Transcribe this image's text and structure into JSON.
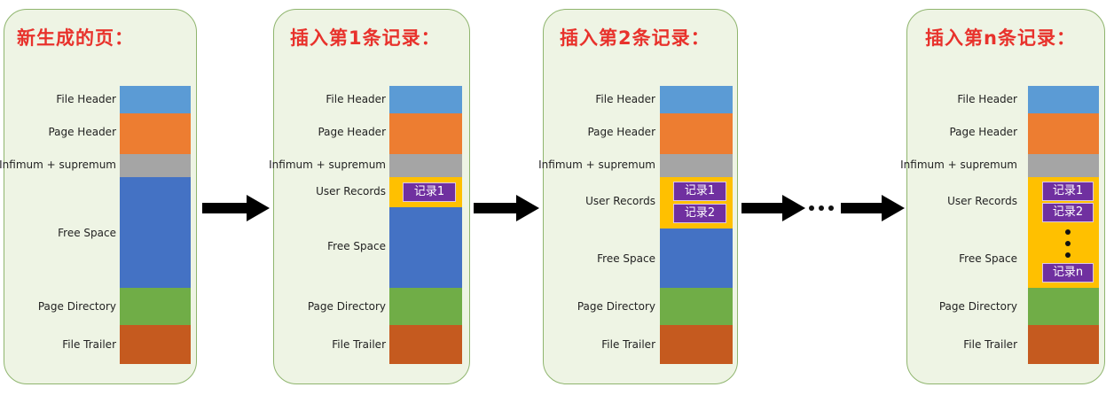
{
  "panels": [
    {
      "title": "新生成的页：",
      "labels": {
        "file_header": "File Header",
        "page_header": "Page Header",
        "inf_sup": "Infimum + supremum",
        "free_space": "Free Space",
        "page_directory": "Page Directory",
        "file_trailer": "File Trailer"
      }
    },
    {
      "title": "插入第1条记录：",
      "labels": {
        "file_header": "File Header",
        "page_header": "Page Header",
        "inf_sup": "Infimum + supremum",
        "user_records": "User Records",
        "free_space": "Free Space",
        "page_directory": "Page Directory",
        "file_trailer": "File Trailer"
      },
      "records": [
        "记录1"
      ]
    },
    {
      "title": "插入第2条记录：",
      "labels": {
        "file_header": "File Header",
        "page_header": "Page Header",
        "inf_sup": "Infimum + supremum",
        "user_records": "User Records",
        "free_space": "Free Space",
        "page_directory": "Page Directory",
        "file_trailer": "File Trailer"
      },
      "records": [
        "记录1",
        "记录2"
      ]
    },
    {
      "title": "插入第n条记录：",
      "labels": {
        "file_header": "File Header",
        "page_header": "Page Header",
        "inf_sup": "Infimum + supremum",
        "user_records": "User Records",
        "free_space": "Free Space",
        "page_directory": "Page Directory",
        "file_trailer": "File Trailer"
      },
      "records": [
        "记录1",
        "记录2",
        "记录n"
      ]
    }
  ],
  "colors": {
    "file_header": "#5b9bd5",
    "page_header": "#ed7d31",
    "inf_sup": "#a5a5a5",
    "free_space": "#4472c4",
    "page_directory": "#70ad47",
    "file_trailer": "#c55a1f",
    "user_records": "#ffc000",
    "record": "#7030a0",
    "title": "#e8322c"
  }
}
